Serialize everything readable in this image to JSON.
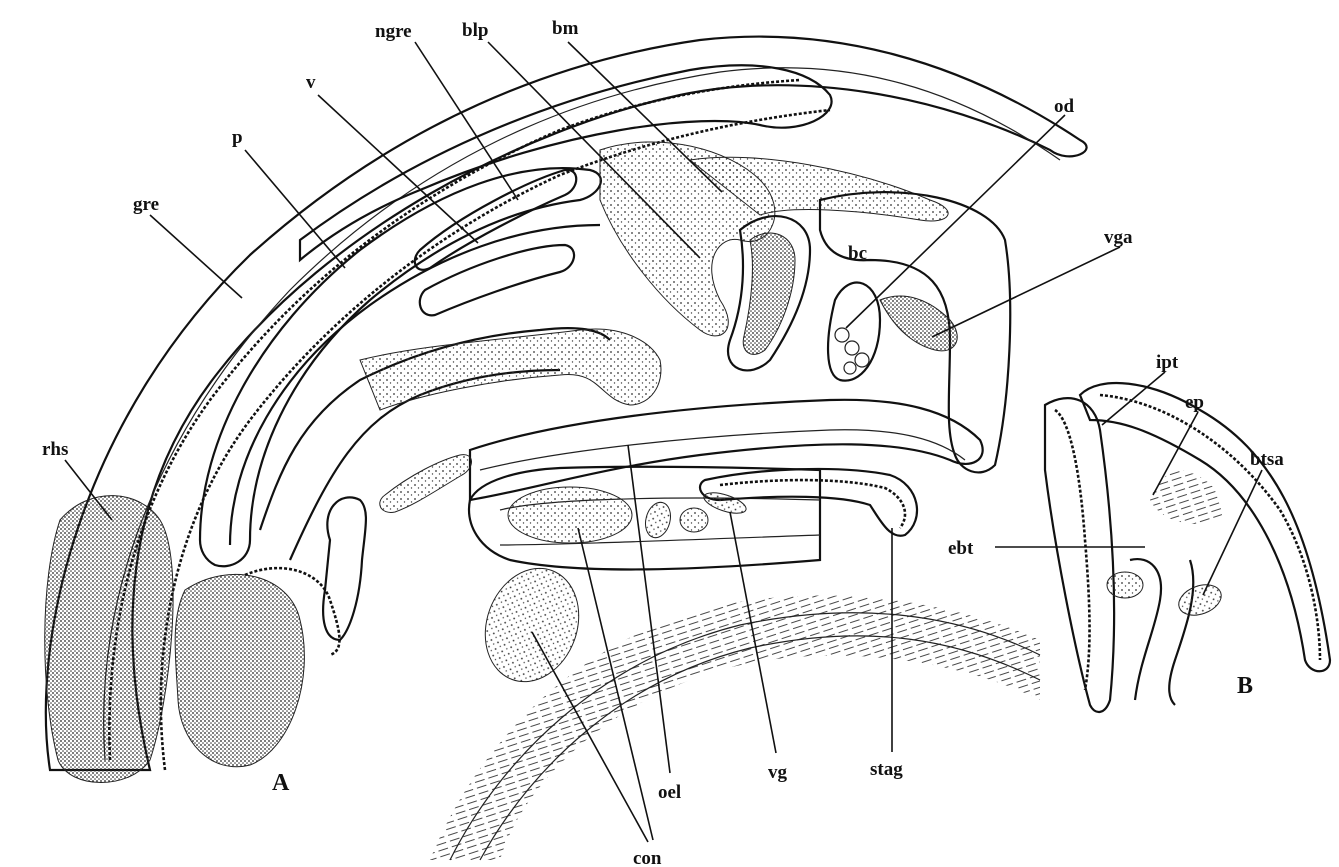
{
  "figure": {
    "panel_labels": {
      "a": "A",
      "b": "B"
    },
    "labels": {
      "ngre": "ngre",
      "blp": "blp",
      "bm": "bm",
      "od": "od",
      "v": "v",
      "p": "p",
      "gre": "gre",
      "vga": "vga",
      "bc": "bc",
      "ipt": "ipt",
      "ep": "ep",
      "btsa": "btsa",
      "rhs": "rhs",
      "ebt": "ebt",
      "stag": "stag",
      "vg": "vg",
      "oel": "oel",
      "con": "con"
    }
  }
}
